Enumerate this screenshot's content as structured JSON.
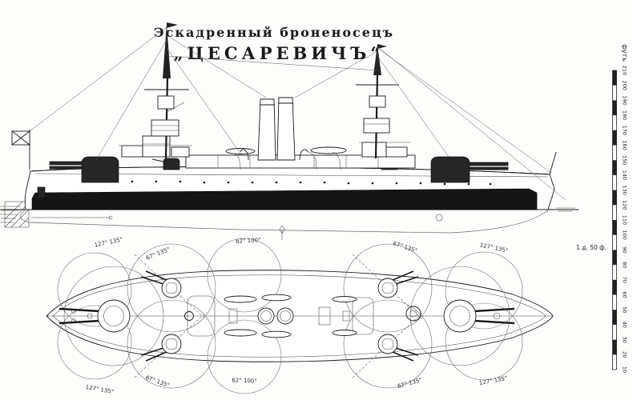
{
  "title": {
    "line1": "Эскадренный броненосецъ",
    "line2": "„ЦЕСАРЕВИЧЪ“"
  },
  "scale": {
    "unit": "футъ",
    "note": "1 д. 50 ф.",
    "ticks": [
      "210",
      "200",
      "190",
      "180",
      "170",
      "160",
      "150",
      "140",
      "130",
      "120",
      "110",
      "100",
      "90",
      "80",
      "70",
      "60",
      "50",
      "40",
      "30",
      "20",
      "10"
    ]
  },
  "plan": {
    "annotations": [
      {
        "text": "127° 135°"
      },
      {
        "text": "67° 135°"
      },
      {
        "text": "62° 100°"
      },
      {
        "text": "67° 135°"
      },
      {
        "text": "127° 135°"
      },
      {
        "text": "127° 135°"
      },
      {
        "text": "67° 135°"
      },
      {
        "text": "62° 100°"
      },
      {
        "text": "67° 135°"
      },
      {
        "text": "127° 135°"
      }
    ]
  },
  "colors": {
    "ink": "#1a1a1a",
    "paper": "#fdfdfb",
    "armor": "#161616"
  }
}
